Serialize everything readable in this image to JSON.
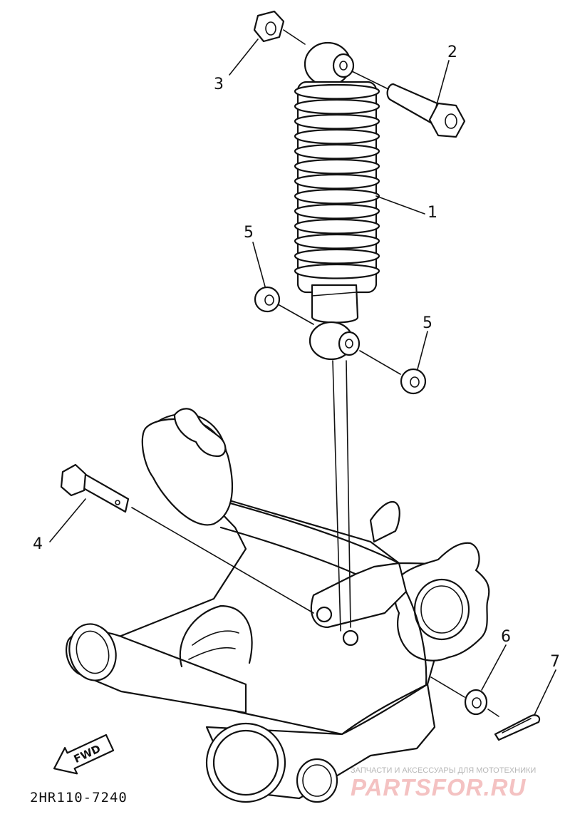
{
  "diagram": {
    "callouts": [
      {
        "id": "1",
        "label": "1"
      },
      {
        "id": "2",
        "label": "2"
      },
      {
        "id": "3",
        "label": "3"
      },
      {
        "id": "4",
        "label": "4"
      },
      {
        "id": "5a",
        "label": "5"
      },
      {
        "id": "5b",
        "label": "5"
      },
      {
        "id": "6",
        "label": "6"
      },
      {
        "id": "7",
        "label": "7"
      }
    ],
    "fwd_label": "FWD",
    "drawing_code": "2HR110-7240"
  },
  "watermark": {
    "tagline": "ЗАПЧАСТИ И АКСЕССУАРЫ ДЛЯ МОТОТЕХНИКИ",
    "brand": "PARTSFOR.RU",
    "colors": {
      "brand": "#f4c2c2",
      "tagline": "#b7b7b7"
    }
  }
}
